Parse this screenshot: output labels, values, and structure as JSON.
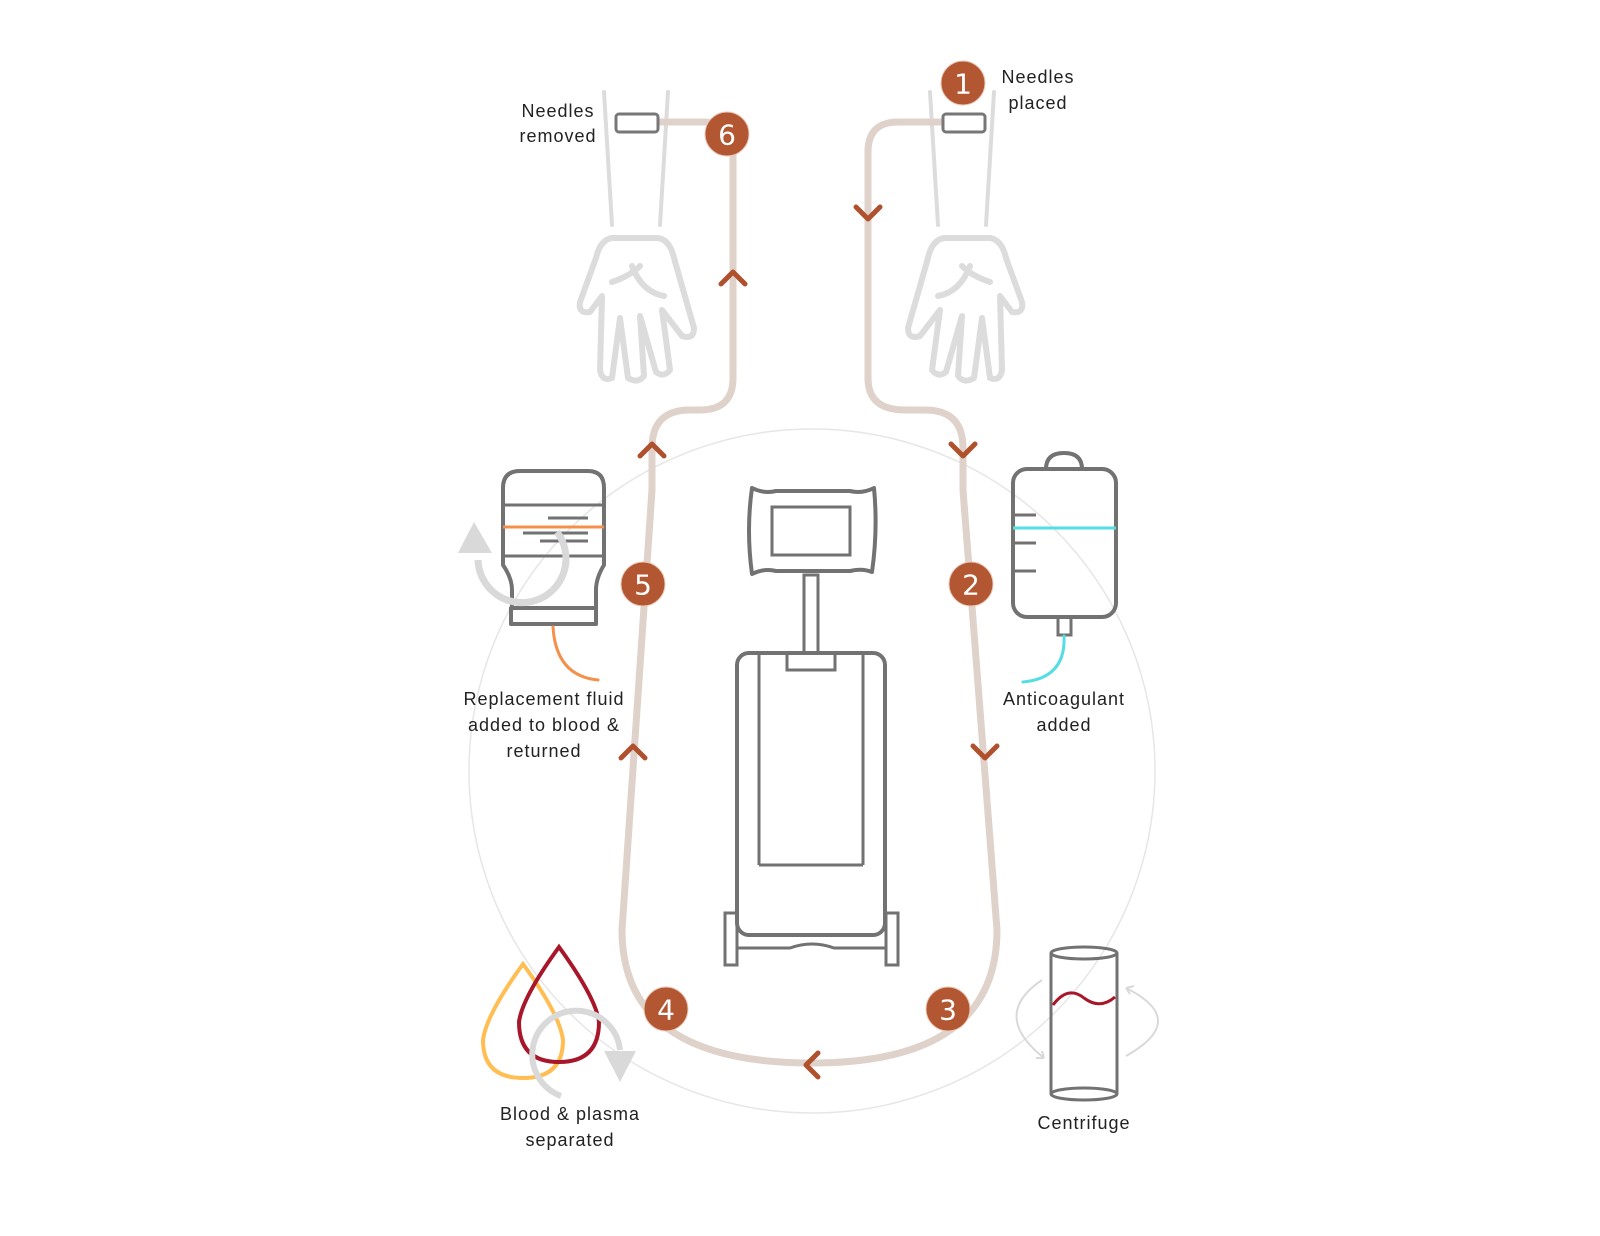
{
  "colors": {
    "step_badge": "#b35732",
    "arrow": "#b0512d",
    "tube": "#dfd2ca",
    "anticoagulant": "#55dde3",
    "replacement_fluid": "#f5904a",
    "plasma": "#ffbd52",
    "blood": "#a8162a",
    "device": "#727272"
  },
  "steps": [
    {
      "number": "1",
      "lines": [
        "Needles",
        "placed"
      ]
    },
    {
      "number": "2",
      "lines": [
        "Anticoagulant",
        "added"
      ]
    },
    {
      "number": "3",
      "lines": [
        "Centrifuge"
      ]
    },
    {
      "number": "4",
      "lines": [
        "Blood & plasma",
        "separated"
      ]
    },
    {
      "number": "5",
      "lines": [
        "Replacement fluid",
        "added to blood &",
        "returned"
      ]
    },
    {
      "number": "6",
      "lines": [
        "Needles",
        "removed"
      ]
    }
  ]
}
